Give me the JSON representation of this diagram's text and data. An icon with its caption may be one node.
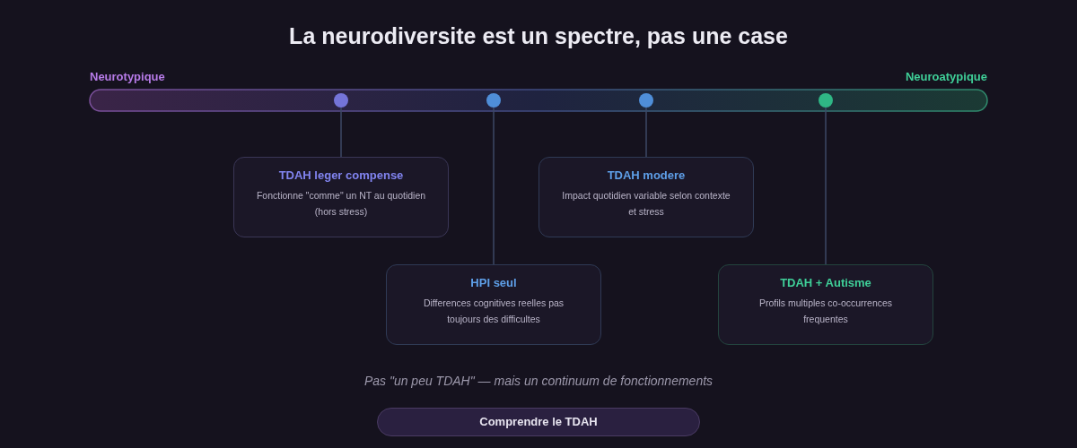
{
  "diagram": {
    "title": "La neurodiversite est un spectre, pas une case",
    "nodes": [
      {
        "text": [],
        "shape": "circle"
      },
      {
        "text": [],
        "shape": "circle"
      },
      {
        "text": [],
        "shape": "circle"
      },
      {
        "text": [],
        "shape": "circle"
      },
      {
        "text": [
          "TDAH leger compense",
          "Fonctionne \"comme\" un NT au quotidien (hors stress)"
        ]
      },
      {
        "text": [
          "TDAH modere",
          "Impact quotidien variable selon contexte et stress"
        ]
      },
      {
        "text": [
          "HPI seul",
          "Differences cognitives reelles pas toujours des difficultes"
        ]
      },
      {
        "text": [
          "TDAH + Autisme",
          "Profils multiples co-occurrences frequentes"
        ]
      },
      {
        "text": [
          "Comprendre le TDAH"
        ]
      }
    ],
    "edges": [
      {
        "from": 0,
        "to": 4,
        "arrow": "none"
      },
      {
        "from": 1,
        "to": 6,
        "arrow": "none"
      },
      {
        "from": 2,
        "to": 5,
        "arrow": "none"
      },
      {
        "from": 3,
        "to": 7,
        "arrow": "none"
      }
    ],
    "labels": [
      "Neurotypique",
      "Neuroatypique",
      "Pas \"un peu TDAH\" — mais un continuum de fonctionnements"
    ]
  }
}
